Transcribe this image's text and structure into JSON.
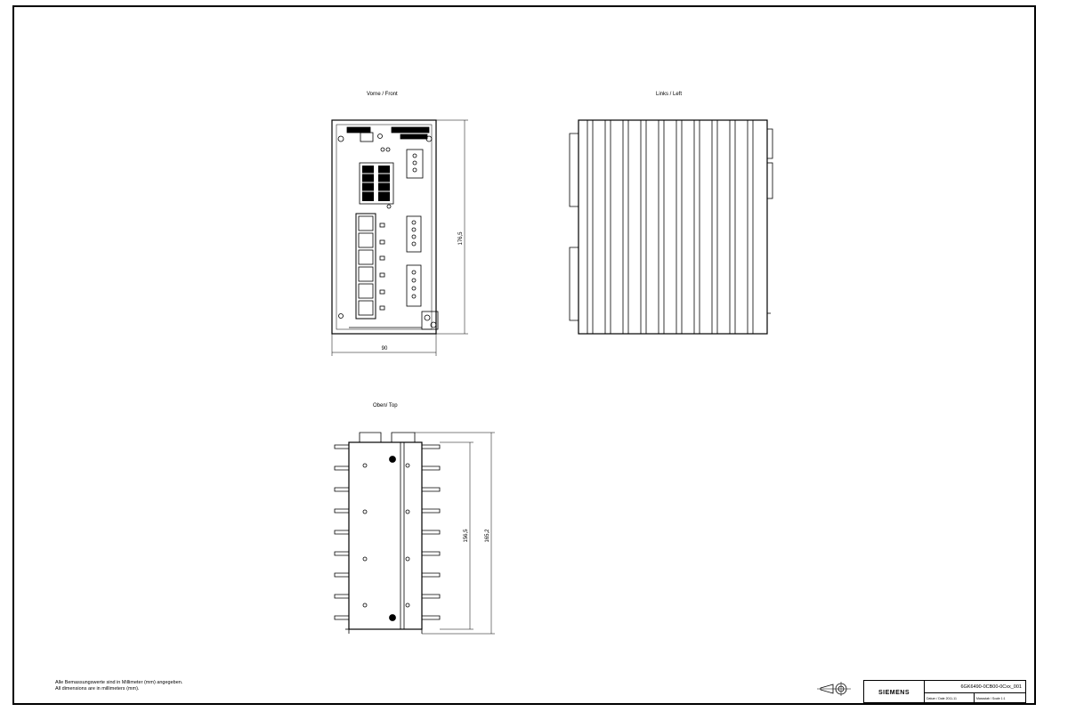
{
  "views": {
    "front_label": "Vorne / Front",
    "left_label": "Links / Left",
    "top_label": "Oben/ Top"
  },
  "dimensions": {
    "front_height": "176,5",
    "front_width": "90",
    "top_inner": "156,5",
    "top_outer": "165,2"
  },
  "notes": {
    "line_de": "Alle Bemassungswerte sind in Millimeter (mm) angegeben.",
    "line_en": "All dimensions are in millimeters (mm)."
  },
  "title_block": {
    "brand": "SIEMENS",
    "doc_number": "6GK6490-0CB00-0Cxx_001",
    "date_label": "Datum / Date 2011-11",
    "scale_label": "Massstab / Scale 1:1"
  }
}
